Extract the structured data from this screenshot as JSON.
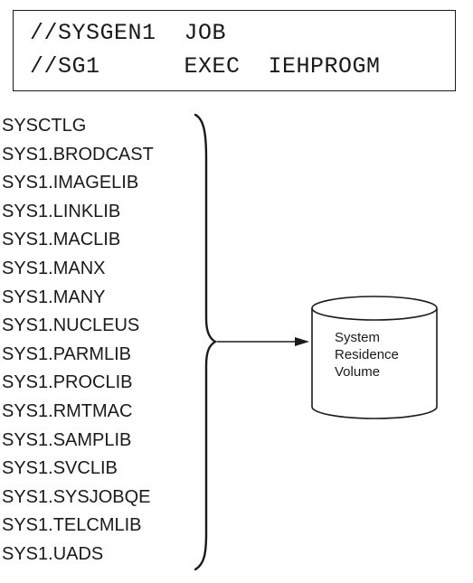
{
  "jcl": {
    "line1": "//SYSGEN1  JOB",
    "line2": "//SG1      EXEC  IEHPROGM"
  },
  "datasets": [
    "SYSCTLG",
    "SYS1.BRODCAST",
    "SYS1.IMAGELIB",
    "SYS1.LINKLIB",
    "SYS1.MACLIB",
    "SYS1.MANX",
    "SYS1.MANY",
    "SYS1.NUCLEUS",
    "SYS1.PARMLIB",
    "SYS1.PROCLIB",
    "SYS1.RMTMAC",
    "SYS1.SAMPLIB",
    "SYS1.SVCLIB",
    "SYS1.SYSJOBQE",
    "SYS1.TELCMLIB",
    "SYS1.UADS"
  ],
  "target": {
    "line1": "System",
    "line2": "Residence",
    "line3": "Volume"
  },
  "colors": {
    "ink": "#1a1a1a",
    "background": "#ffffff"
  }
}
